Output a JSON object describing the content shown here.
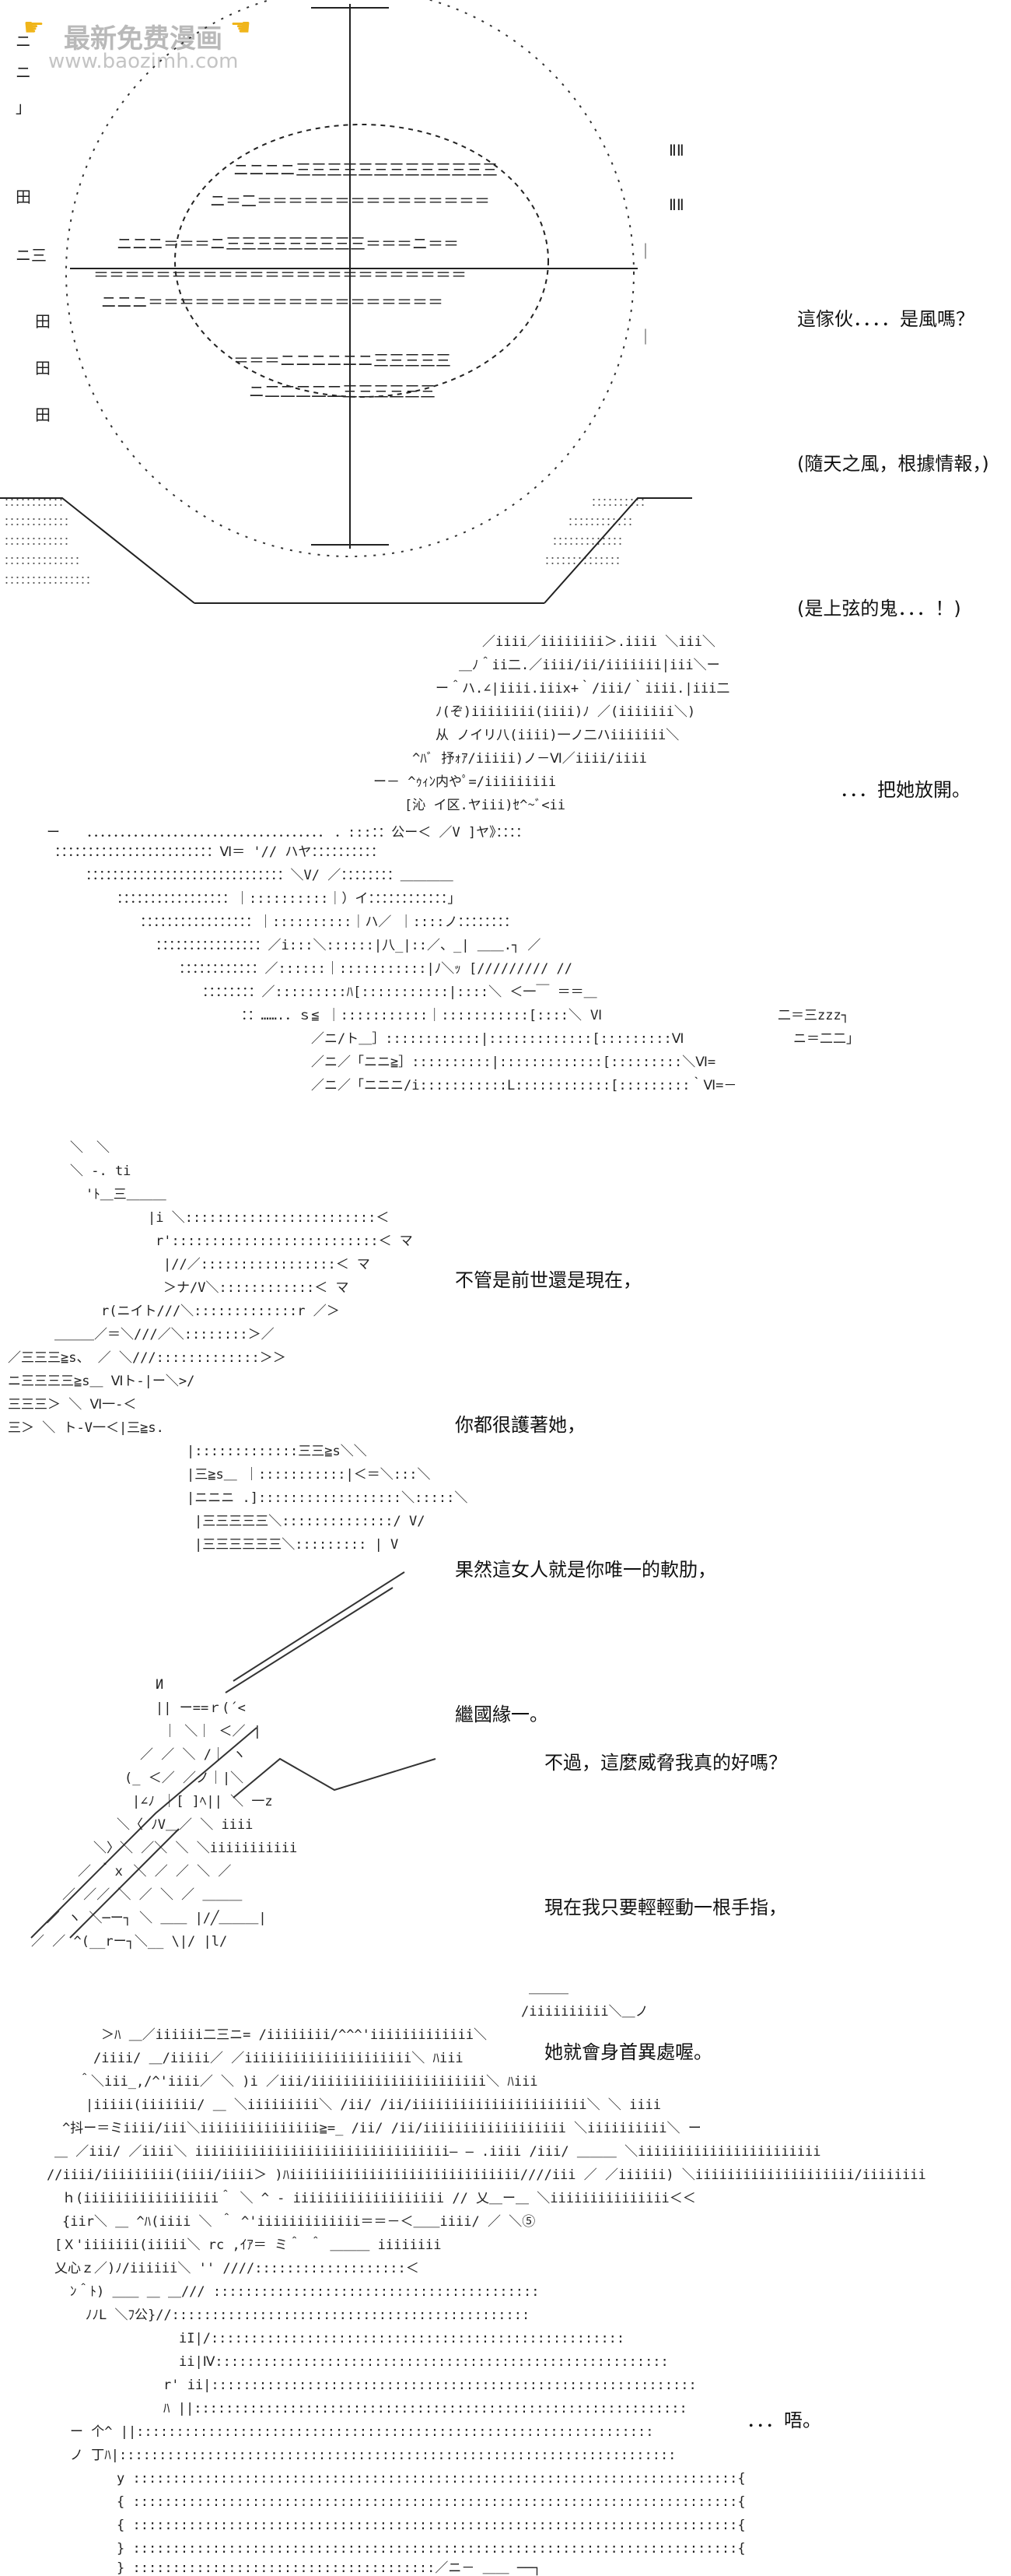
{
  "watermark": {
    "title": "最新免费漫画",
    "url": "www.baozimh.com",
    "icon_left": "hand-point-right-icon",
    "icon_right": "hand-point-left-icon"
  },
  "panels": [
    {
      "id": "panel-1",
      "lines": [
        "這傢伙．．．．是風嗎？",
        "(隨天之風，根據情報，)",
        "(是上弦的鬼．．．！)"
      ]
    },
    {
      "id": "panel-2",
      "lines": [
        "．．．把她放開。"
      ]
    },
    {
      "id": "panel-3",
      "lines": [
        "不管是前世還是現在，",
        "你都很護著她，",
        "果然這女人就是你唯一的軟肋，",
        "繼國緣一。"
      ]
    },
    {
      "id": "panel-4",
      "lines": [
        "不過，這麼威脅我真的好嗎？",
        "現在我只要輕輕動一根手指，",
        "她就會身首異處喔。"
      ]
    },
    {
      "id": "panel-5",
      "lines": [
        "．．．唔。"
      ]
    }
  ],
  "art_glyphs": {
    "dots": "：：：：：：：：：：：：：：：：：：：：：：",
    "lines": "二三三三三ニ＝＝二二三三三三三",
    "zzz": "zzz",
    "vi": "Ⅵ",
    "hatch": "iiiiiiiiiiiiiiiiiiiiiiiiiiiii"
  }
}
